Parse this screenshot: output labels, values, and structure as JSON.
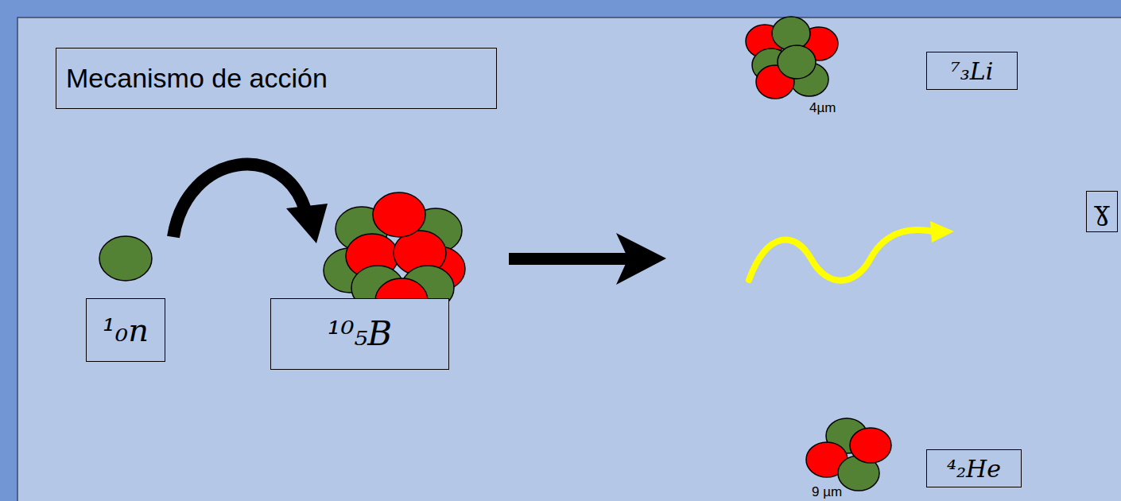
{
  "diagram": {
    "nodes": [
      {
        "text": [
          "Mecanismo de acción"
        ]
      },
      {
        "text": [
          "¹₀n"
        ]
      },
      {
        "text": [
          "¹⁰₅B"
        ]
      },
      {
        "text": [
          "⁷₃Li"
        ]
      },
      {
        "text": [
          "ɣ"
        ]
      },
      {
        "text": [
          "⁴₂He"
        ]
      }
    ],
    "labels": [
      "4µm",
      "9 µm"
    ]
  }
}
